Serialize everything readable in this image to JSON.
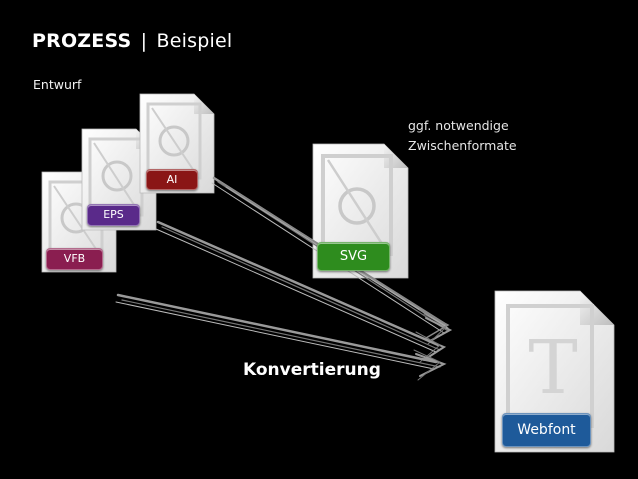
{
  "title": {
    "main": "PROZESS",
    "separator": "|",
    "sub": "Beispiel"
  },
  "subheading": "Entwurf",
  "note": {
    "line1": "ggf. notwendige",
    "line2": "Zwischenformate"
  },
  "center_label": "Konvertierung",
  "files": {
    "vfb": {
      "label": "VFB",
      "color": "#8a1e50",
      "icon": "vector-document-icon"
    },
    "eps": {
      "label": "EPS",
      "color": "#5a2a8a",
      "icon": "vector-document-icon"
    },
    "ai": {
      "label": "AI",
      "color": "#8a1616",
      "icon": "vector-document-icon"
    },
    "svg": {
      "label": "SVG",
      "color": "#2e8c1e",
      "icon": "vector-document-icon"
    },
    "webfont": {
      "label": "Webfont",
      "color": "#1e5a9a",
      "icon": "font-document-icon",
      "glyph": "T"
    }
  },
  "arrows": {
    "count": 4,
    "style": "scribbled-arrow"
  }
}
